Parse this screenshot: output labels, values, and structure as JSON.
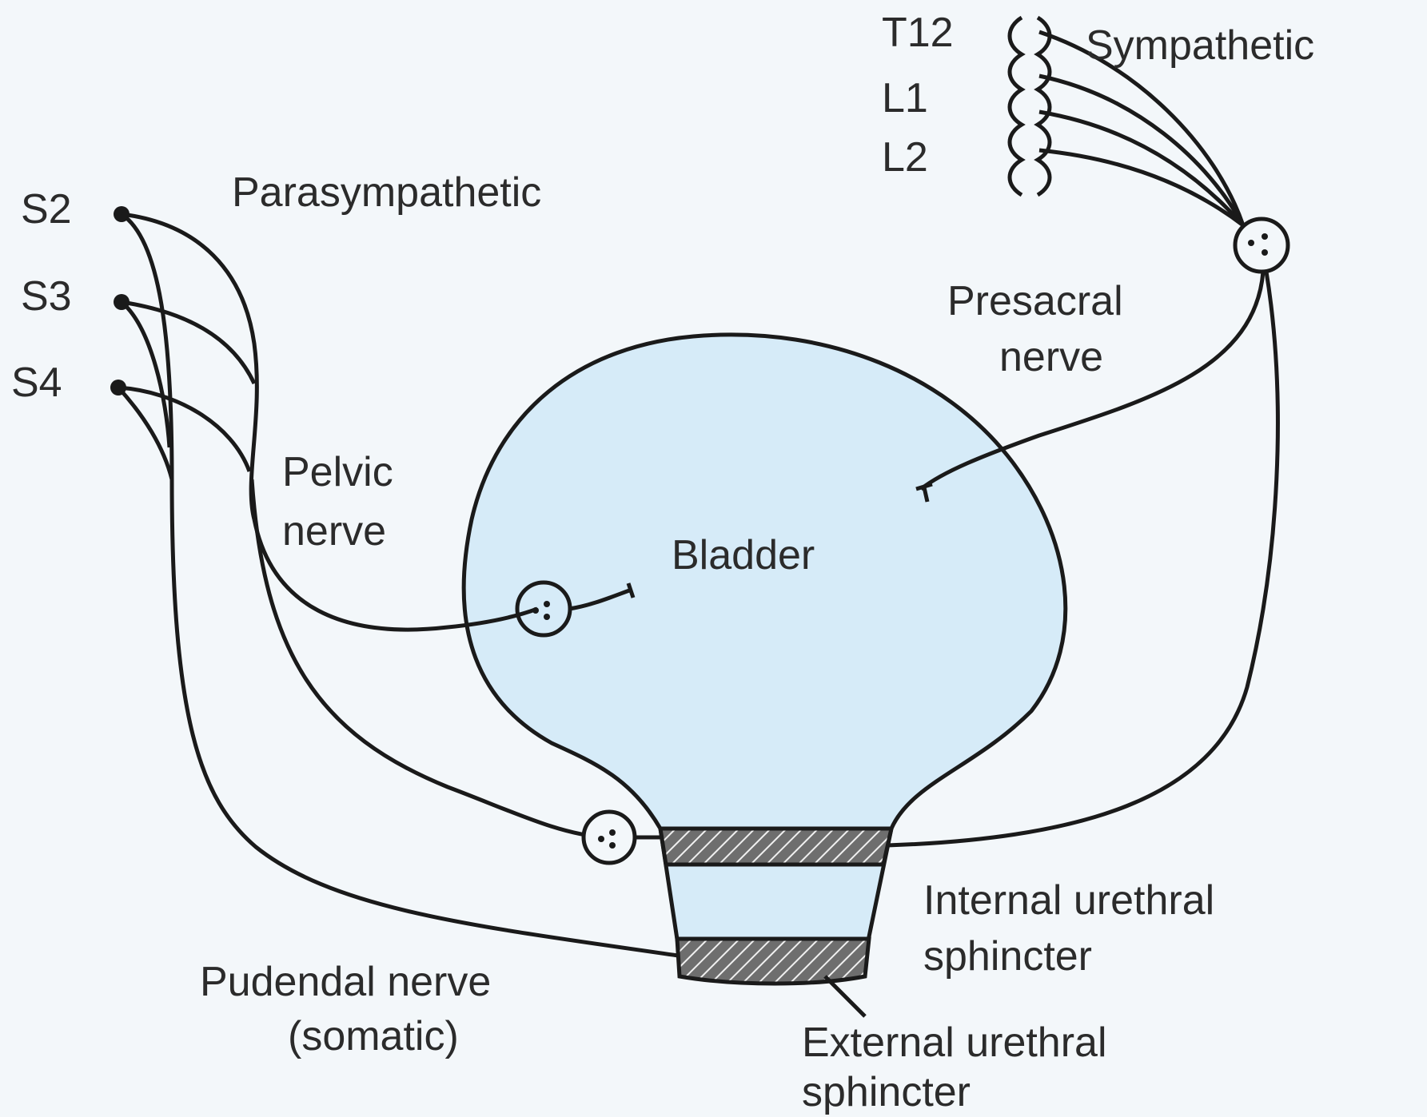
{
  "labels": {
    "t12": "T12",
    "l1": "L1",
    "l2": "L2",
    "sympathetic": "Sympathetic",
    "s2": "S2",
    "s3": "S3",
    "s4": "S4",
    "parasympathetic": "Parasympathetic",
    "presacral_1": "Presacral",
    "presacral_2": "nerve",
    "pelvic_1": "Pelvic",
    "pelvic_2": "nerve",
    "bladder": "Bladder",
    "internal_1": "Internal urethral",
    "internal_2": "sphincter",
    "pudendal_1": "Pudendal nerve",
    "pudendal_2": "(somatic)",
    "external_1": "External urethral",
    "external_2": "sphincter"
  },
  "colors": {
    "bladder_fill": "#d6ebf8",
    "line": "#1a1a1a",
    "background": "#f3f7fa"
  }
}
